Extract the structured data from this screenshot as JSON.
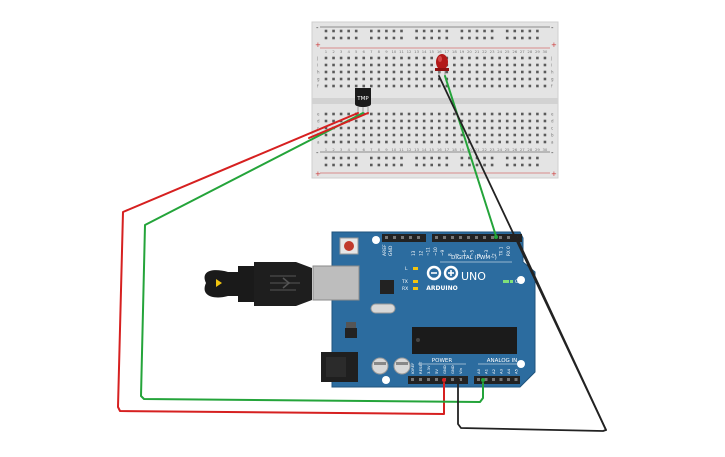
{
  "board": {
    "logo_text": "ARDUINO",
    "model": "UNO",
    "digital_label": "DIGITAL (PWM~)",
    "power_label": "POWER",
    "analog_label": "ANALOG IN",
    "on_label": "ON",
    "tx_label": "TX",
    "rx_label": "RX",
    "l_label": "L",
    "aref_label": "AREF",
    "gnd_label": "GND",
    "digital_pins": [
      "13",
      "12",
      "~11",
      "~10",
      "~9",
      "8",
      "7",
      "~6",
      "~5",
      "4",
      "~3",
      "2",
      "TX 1",
      "RX 0"
    ],
    "power_pins": [
      "IOREF",
      "RESET",
      "3.3V",
      "5V",
      "GND",
      "GND",
      "Vin"
    ],
    "analog_pins": [
      "A0",
      "A1",
      "A2",
      "A3",
      "A4",
      "A5"
    ]
  },
  "breadboard": {
    "row_letters_top": [
      "j",
      "i",
      "h",
      "g",
      "f"
    ],
    "row_letters_bottom": [
      "e",
      "d",
      "c",
      "b",
      "a"
    ],
    "column_numbers": [
      "1",
      "2",
      "3",
      "4",
      "5",
      "6",
      "7",
      "8",
      "9",
      "10",
      "11",
      "12",
      "13",
      "14",
      "15",
      "16",
      "17",
      "18",
      "19",
      "20",
      "21",
      "22",
      "23",
      "24",
      "25",
      "26",
      "27",
      "28",
      "29",
      "30"
    ],
    "rail_plus": "+",
    "rail_minus": "-"
  },
  "sensor": {
    "label": "TMP"
  },
  "colors": {
    "board_blue": "#2c6c9f",
    "breadboard": "#e6e6e6",
    "wire_red": "#d62020",
    "wire_green": "#24a43a",
    "wire_black": "#222222",
    "led_red": "#b21818"
  }
}
